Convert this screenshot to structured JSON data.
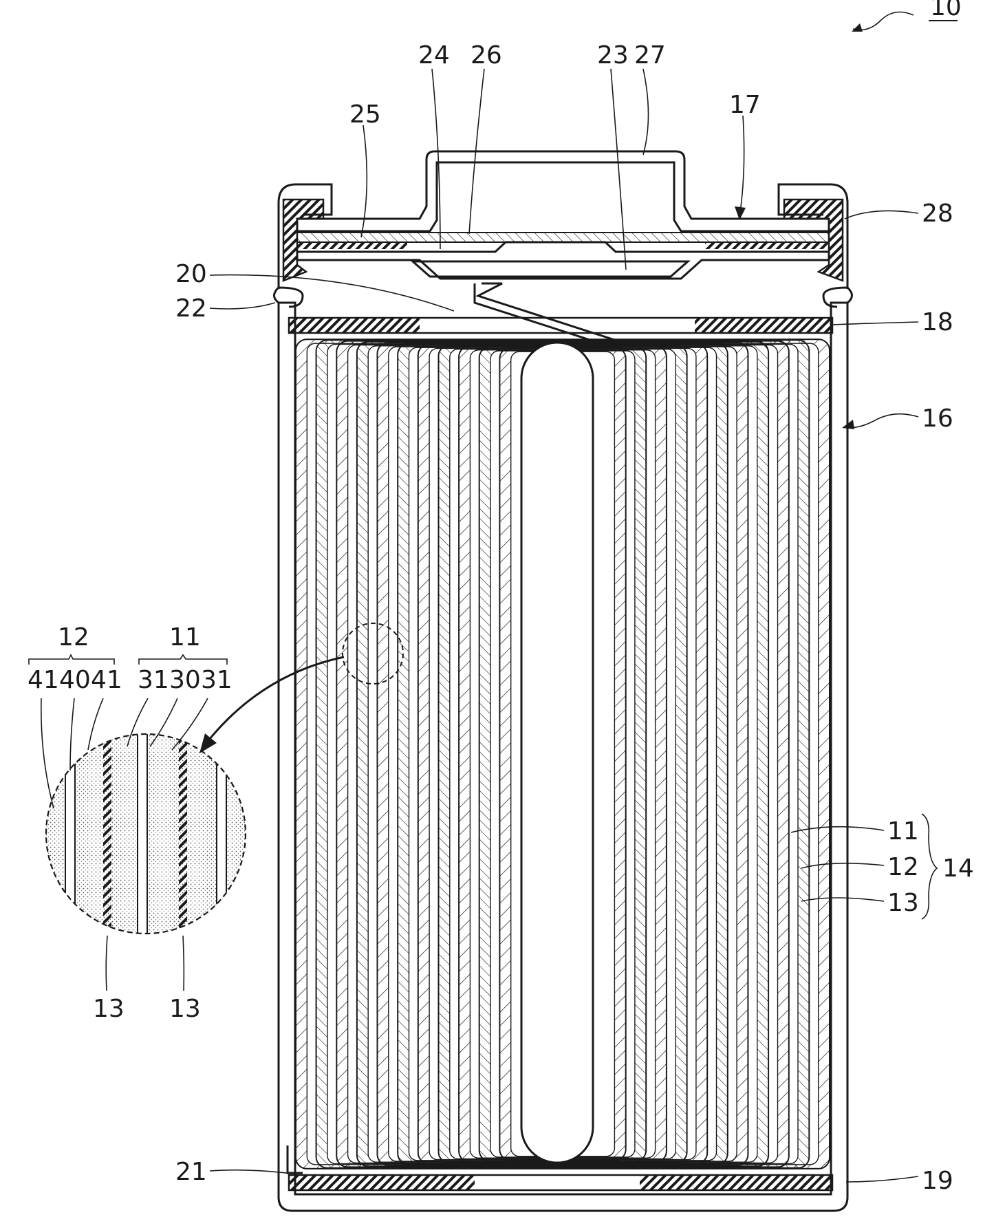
{
  "labels": {
    "l10": "10",
    "l24": "24",
    "l26": "26",
    "l23": "23",
    "l27": "27",
    "l25": "25",
    "l17": "17",
    "l28": "28",
    "l20": "20",
    "l22": "22",
    "l18": "18",
    "l16": "16",
    "d12": "12",
    "d11": "11",
    "d41a": "41",
    "d40": "40",
    "d41b": "41",
    "d31a": "31",
    "d30": "30",
    "d31b": "31",
    "d13a": "13",
    "d13b": "13",
    "r11": "11",
    "r12": "12",
    "r13": "13",
    "r14": "14",
    "l21": "21",
    "l19": "19"
  },
  "electrode_layers": 11
}
